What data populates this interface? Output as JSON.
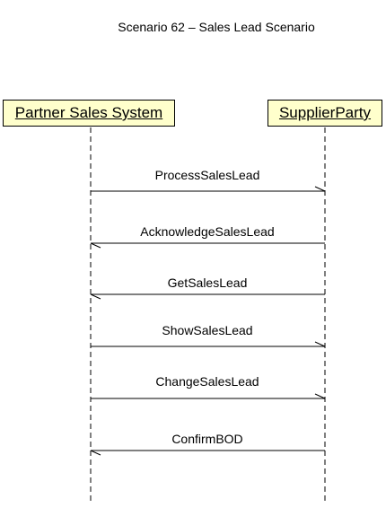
{
  "title": "Scenario 62 – Sales Lead Scenario",
  "participants": [
    {
      "name": "Partner Sales System"
    },
    {
      "name": "SupplierParty"
    }
  ],
  "messages": [
    {
      "label": "ProcessSalesLead",
      "direction": "right"
    },
    {
      "label": "AcknowledgeSalesLead",
      "direction": "left"
    },
    {
      "label": "GetSalesLead",
      "direction": "left"
    },
    {
      "label": "ShowSalesLead",
      "direction": "right"
    },
    {
      "label": "ChangeSalesLead",
      "direction": "right"
    },
    {
      "label": "ConfirmBOD",
      "direction": "left"
    }
  ],
  "colors": {
    "participant_fill": "#ffffcc",
    "line": "#000000"
  }
}
